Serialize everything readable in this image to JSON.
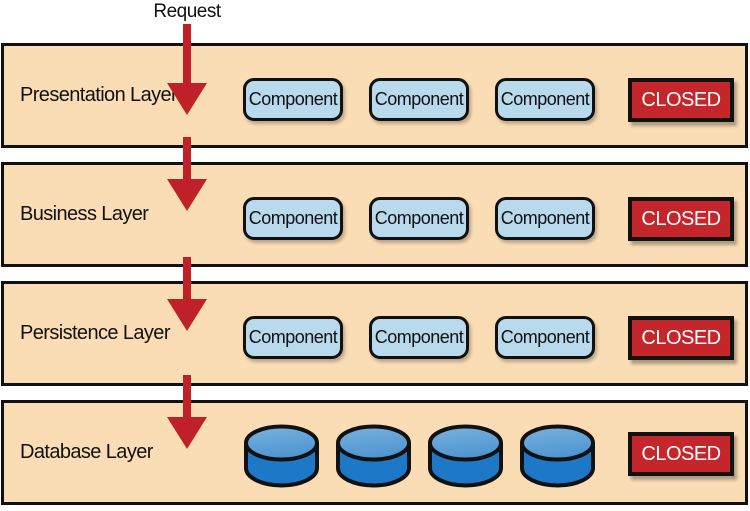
{
  "request_label": "Request",
  "layers": [
    {
      "label": "Presentation Layer",
      "components": [
        "Component",
        "Component",
        "Component"
      ],
      "closed": "CLOSED"
    },
    {
      "label": "Business Layer",
      "components": [
        "Component",
        "Component",
        "Component"
      ],
      "closed": "CLOSED"
    },
    {
      "label": "Persistence Layer",
      "components": [
        "Component",
        "Component",
        "Component"
      ],
      "closed": "CLOSED"
    },
    {
      "label": "Database Layer",
      "databases": 4,
      "closed": "CLOSED"
    }
  ],
  "colors": {
    "peach": "#FADCB5",
    "line": "#111111",
    "comp_blue": "#B9D9EC",
    "badge_red": "#C5262C",
    "arrow_red": "#C02128",
    "cyl_body": "#1E78C8",
    "cyl_top_light": "#79B1DF",
    "cyl_top_dark": "#4E96D0"
  }
}
